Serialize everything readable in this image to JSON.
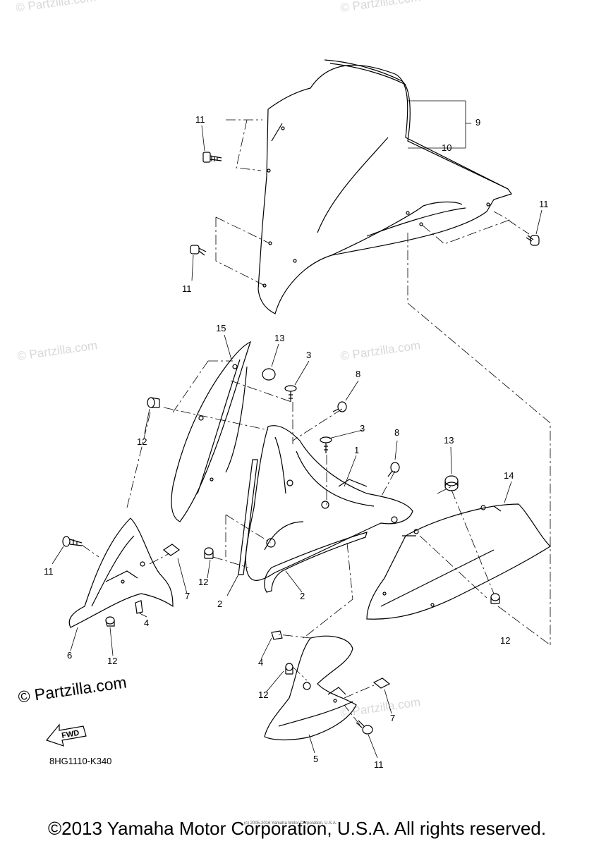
{
  "watermark": "© Partzilla.com",
  "brand_text": "© Partzilla.com",
  "fwd_label": "FWD",
  "diagram_code": "8HG1110-K340",
  "small_copyright": "(c) 2005-2016 Yamaha Motor Corporation, U.S.A.",
  "copyright": "©2013 Yamaha Motor Corporation, U.S.A. All rights reserved.",
  "callouts": [
    "11",
    "9",
    "10",
    "11",
    "11",
    "15",
    "13",
    "3",
    "8",
    "12",
    "3",
    "1",
    "8",
    "13",
    "14",
    "11",
    "12",
    "7",
    "2",
    "2",
    "6",
    "12",
    "4",
    "12",
    "4",
    "12",
    "7",
    "5",
    "11"
  ]
}
